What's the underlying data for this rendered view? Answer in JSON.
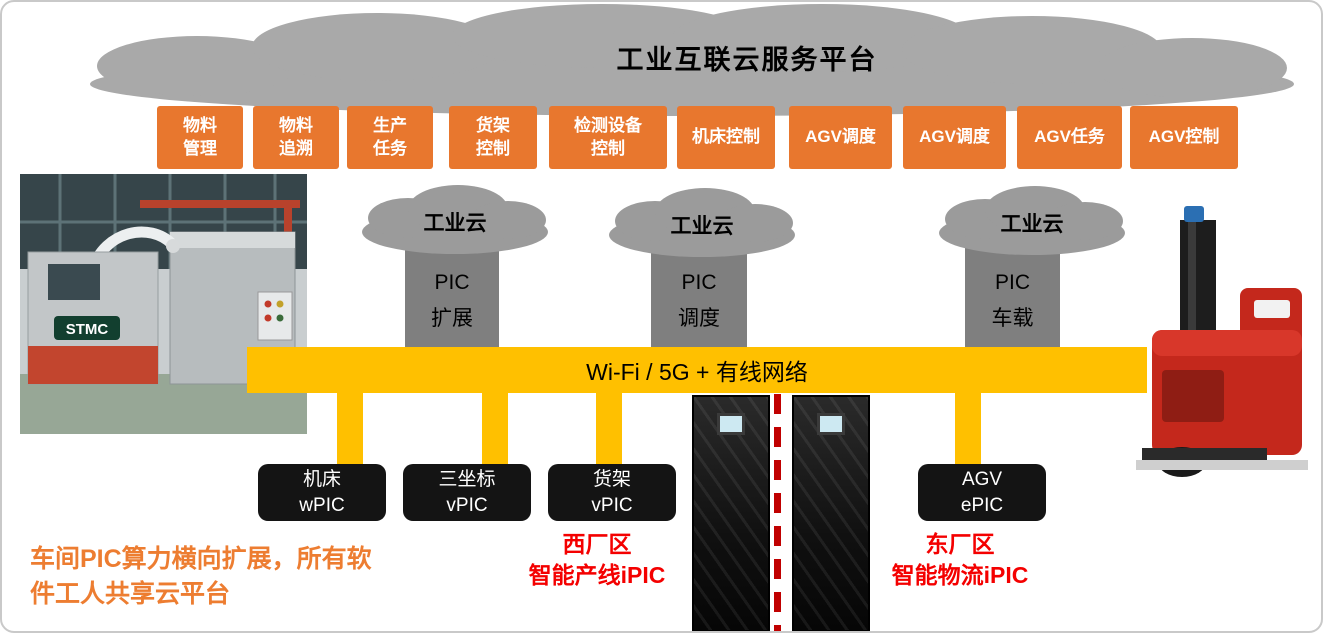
{
  "colors": {
    "service_orange": "#E8772E",
    "network_yellow": "#FFC000",
    "cloud_gray": "#A9A9A9",
    "pic_gray": "#7F7F7F",
    "device_black": "#141414",
    "zone_red": "#F40000",
    "divider_red": "#C00000",
    "note_orange": "#ED7D31"
  },
  "platform_cloud": {
    "title": "工业互联云服务平台"
  },
  "services": [
    {
      "label": "物料\n管理"
    },
    {
      "label": "物料\n追溯"
    },
    {
      "label": "生产\n任务"
    },
    {
      "label": "货架\n控制"
    },
    {
      "label": "检测设备\n控制"
    },
    {
      "label": "机床控制"
    },
    {
      "label": "AGV调度"
    },
    {
      "label": "AGV调度"
    },
    {
      "label": "AGV任务"
    },
    {
      "label": "AGV控制"
    }
  ],
  "industrial_clouds": [
    {
      "label": "工业云",
      "pic": "PIC\n扩展"
    },
    {
      "label": "工业云",
      "pic": "PIC\n调度"
    },
    {
      "label": "工业云",
      "pic": "PIC\n车载"
    }
  ],
  "network_bar": {
    "label": "Wi-Fi / 5G + 有线网络"
  },
  "edge_devices": [
    {
      "name": "机床",
      "pic": "wPIC"
    },
    {
      "name": "三坐标",
      "pic": "vPIC"
    },
    {
      "name": "货架",
      "pic": "vPIC"
    },
    {
      "name": "AGV",
      "pic": "ePIC"
    }
  ],
  "zones": [
    {
      "label": "西厂区\n智能产线iPIC"
    },
    {
      "label": "东厂区\n智能物流iPIC"
    }
  ],
  "note": {
    "text": "车间PIC算力横向扩展，所有软\n件工人共享云平台"
  },
  "photos": {
    "machine_label": "STMC"
  }
}
